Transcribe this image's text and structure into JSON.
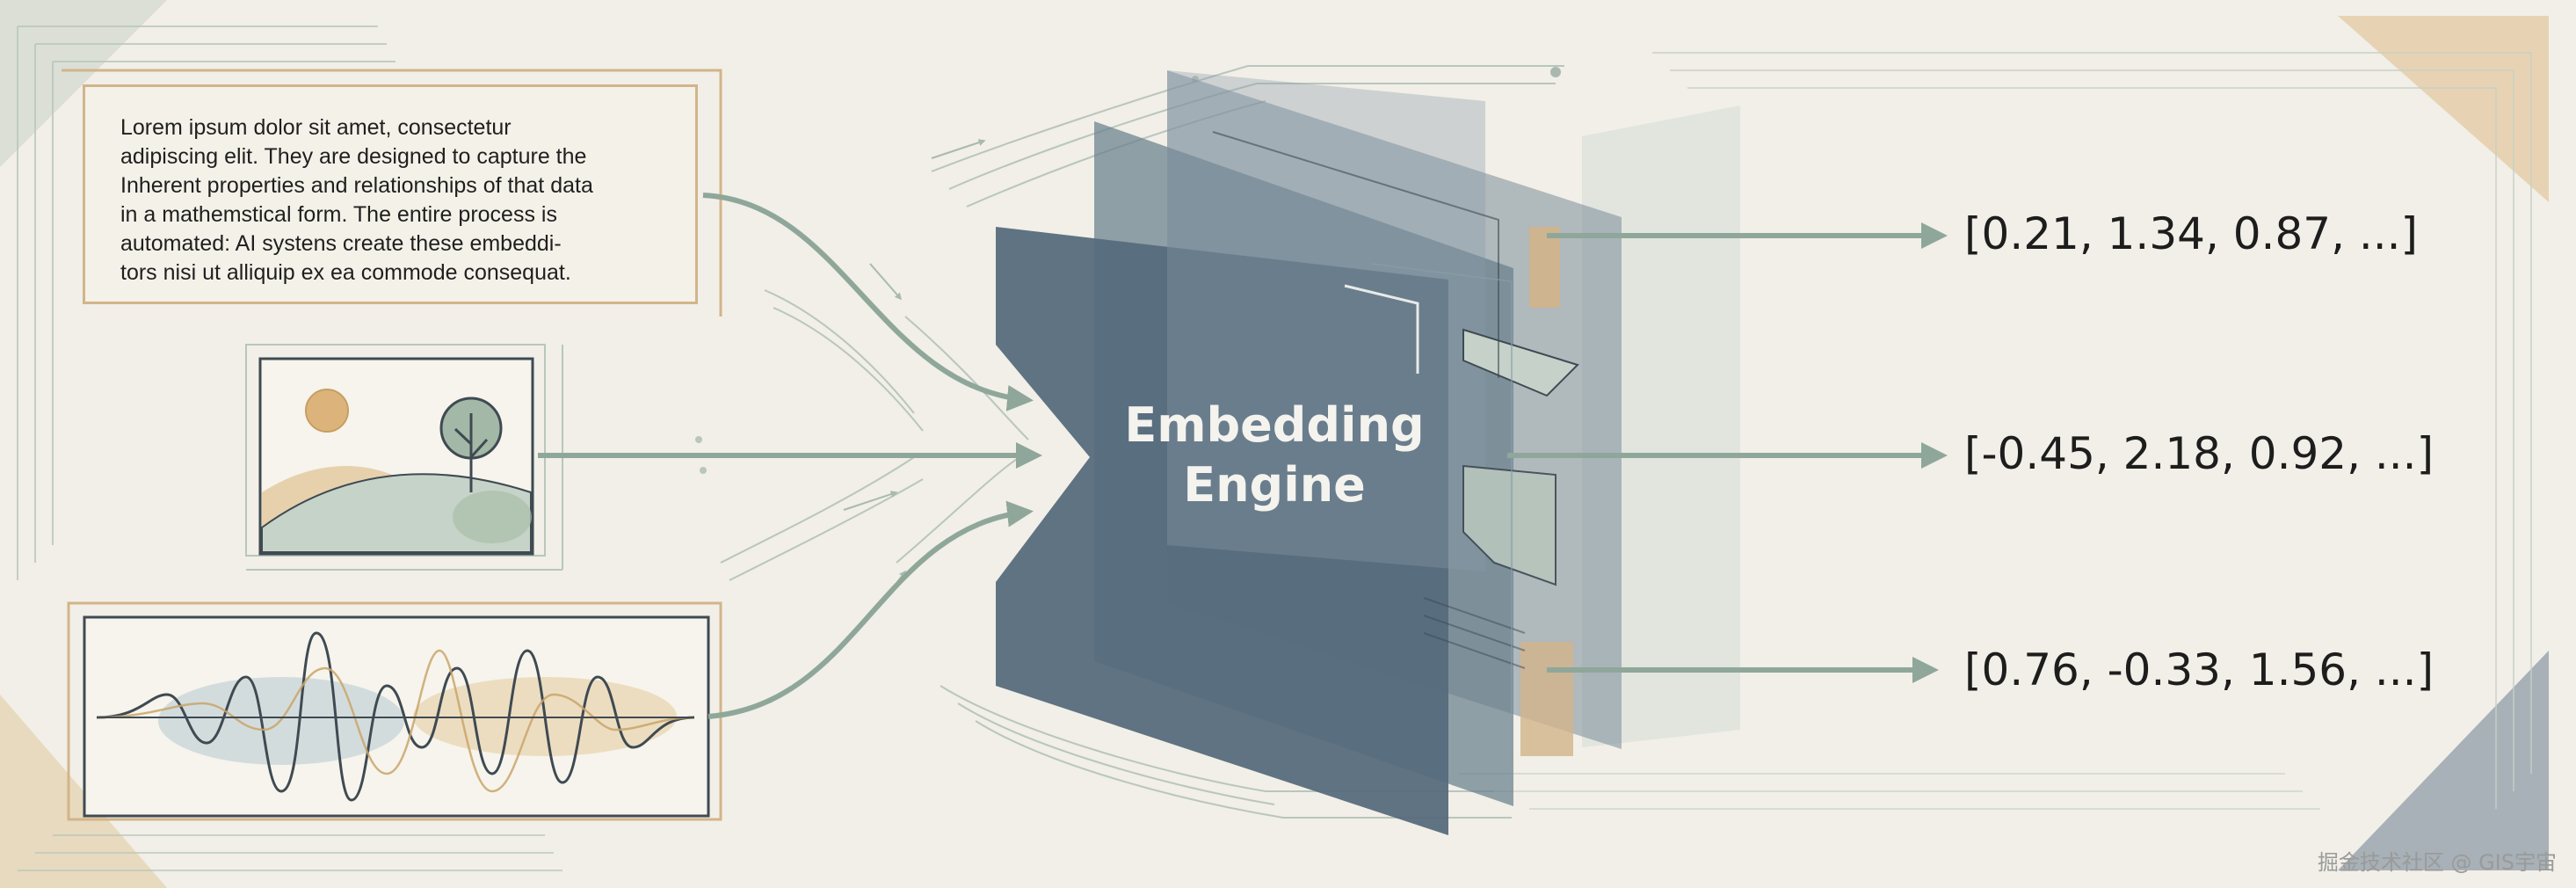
{
  "text_input": {
    "body": "Lorem ipsum dolor sit amet, consectetur\nadipiscing elit. They are designed to capture the\nInherent properties and relationships of that data\nin a mathemstical form. The entire process is\nautomated: AI systens create these embeddi-\ntors nisi ut alliquip ex ea commode consequat."
  },
  "engine": {
    "label": "Embedding\nEngine"
  },
  "vectors": [
    "[0.21, 1.34, 0.87, ...]",
    "[-0.45, 2.18, 0.92, ...]",
    "[0.76, -0.33, 1.56, ...]"
  ],
  "watermark": "掘金技术社区 @ GIS宇宙",
  "colors": {
    "background": "#f1efe7",
    "sage": "#8fa79a",
    "slate": "#566b7c",
    "gold": "#d2b48a"
  },
  "icons": [
    "sun-icon",
    "tree-icon",
    "hills-icon",
    "waveform-icon",
    "arrow-icon"
  ]
}
